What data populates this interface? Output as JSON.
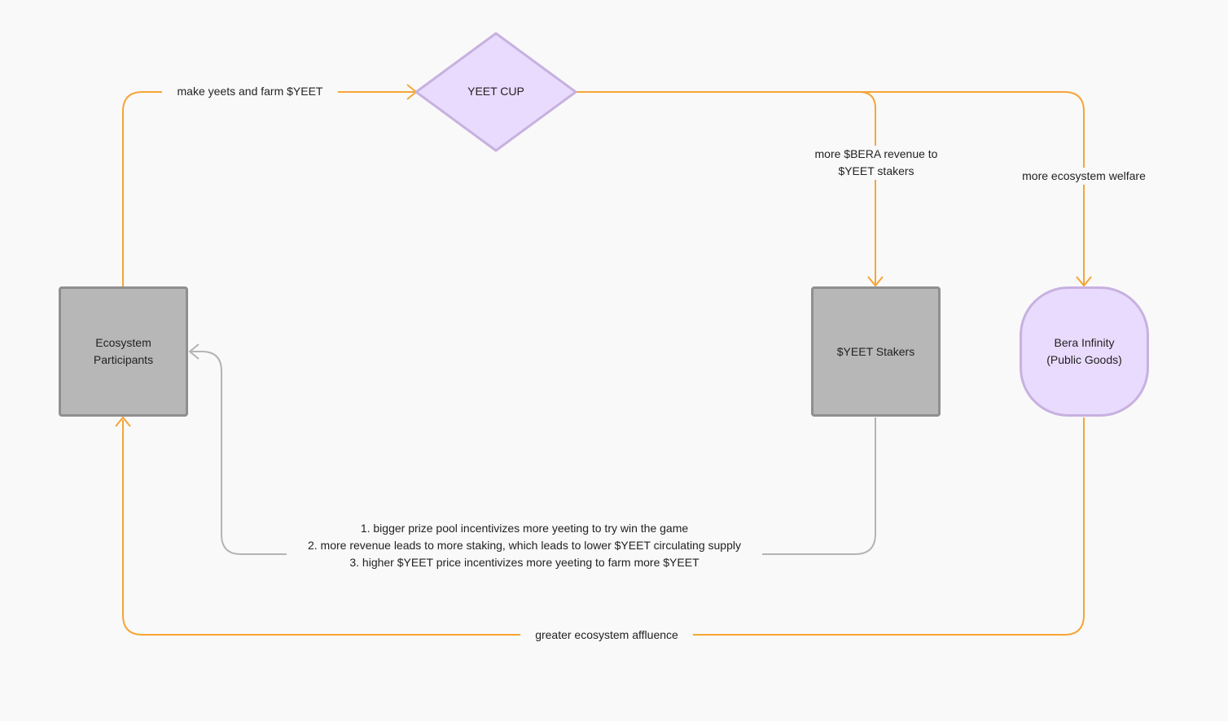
{
  "colors": {
    "orange": "#f6a536",
    "gray_line": "#b4b4b4",
    "purple_fill": "#e9dbfd",
    "purple_stroke": "#c7b1e0",
    "box_fill": "#b7b7b7",
    "box_stroke": "#8f8f8f"
  },
  "nodes": {
    "yeet_cup": "YEET CUP",
    "participants": "Ecosystem\nParticipants",
    "stakers": "$YEET Stakers",
    "bera_infinity": "Bera Infinity\n(Public Goods)"
  },
  "edges": {
    "make_yeets": "make yeets and farm $YEET",
    "bera_revenue": "more $BERA revenue to\n$YEET stakers",
    "welfare": "more ecosystem welfare",
    "affluence": "greater ecosystem affluence"
  },
  "notes": [
    "1. bigger prize pool incentivizes more yeeting to try win the game",
    "2. more revenue leads to more staking, which leads to lower $YEET circulating supply",
    "3. higher $YEET price incentivizes more yeeting to farm more $YEET"
  ]
}
